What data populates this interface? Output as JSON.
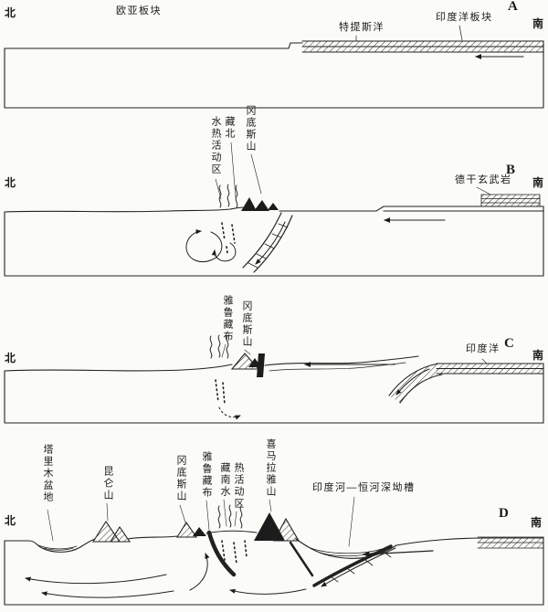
{
  "colors": {
    "ink": "#1c1c1c",
    "paper": "#fbfbf8"
  },
  "figure": {
    "panels": [
      {
        "id": "A",
        "corner_label": "A",
        "compass_left": "北",
        "compass_right": "南",
        "labels": {
          "eurasian_plate": "欧亚板块",
          "tethys_ocean": "特提斯洋",
          "indian_ocean_plate": "印度洋板块"
        }
      },
      {
        "id": "B",
        "corner_label": "B",
        "compass_left": "北",
        "compass_right": "南",
        "labels": {
          "north_tibet_hydrothermal": "藏北\n水热活动区",
          "gangdise": "冈底斯山",
          "deccan_basalt": "德干玄武岩"
        }
      },
      {
        "id": "C",
        "corner_label": "C",
        "compass_left": "北",
        "compass_right": "南",
        "labels": {
          "yarlung_zangbo": "雅鲁藏布",
          "gangdise": "冈底斯山",
          "indian_ocean": "印度洋"
        }
      },
      {
        "id": "D",
        "corner_label": "D",
        "compass_left": "北",
        "compass_right": "南",
        "labels": {
          "tarim_basin": "塔里木盆地",
          "kunlun": "昆仑山",
          "gangdise": "冈底斯山",
          "yarlung_zangbo": "雅鲁藏布",
          "south_tibet_hydrothermal": "藏南水\n热活动区",
          "himalaya": "喜马拉雅山",
          "indus_ganges_trough": "印度河—恒河深坳槽"
        }
      }
    ]
  }
}
